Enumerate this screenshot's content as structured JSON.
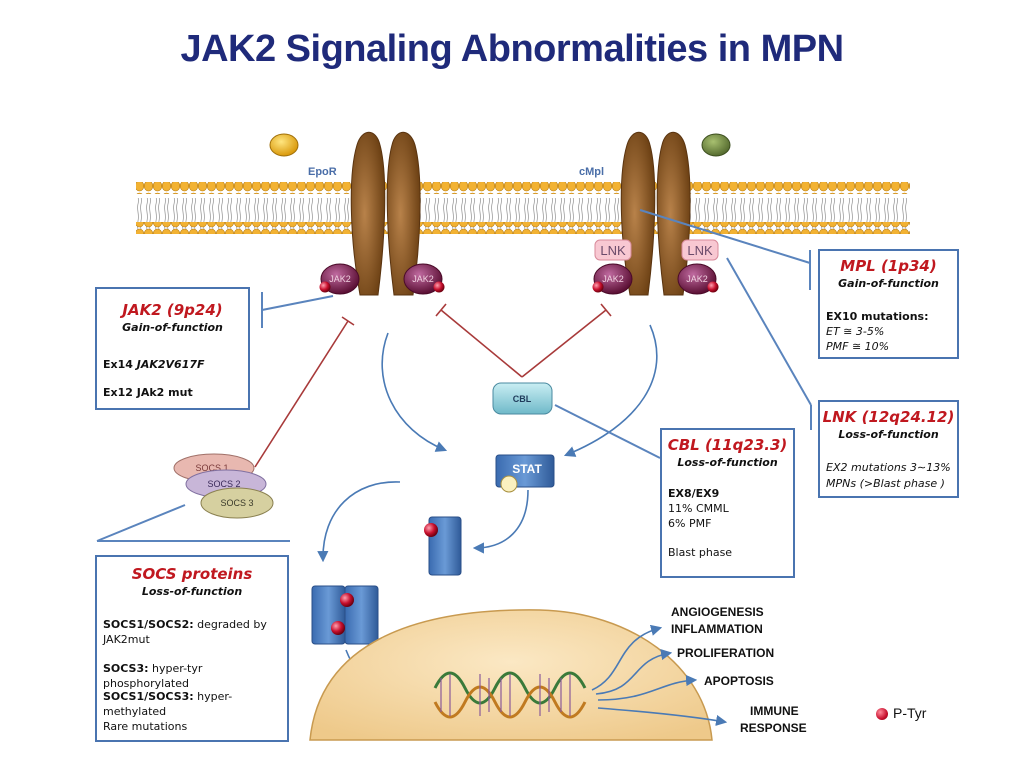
{
  "title": "JAK2 Signaling Abnormalities in MPN",
  "membrane_labels": {
    "epor": "EpoR",
    "cmpl": "cMpl"
  },
  "molecules": {
    "jak2": "JAK2",
    "lnk": "LNK",
    "cbl": "CBL",
    "stat": "STAT",
    "socs1": "SOCS 1",
    "socs2": "SOCS 2",
    "socs3": "SOCS 3"
  },
  "boxes": {
    "jak2": {
      "heading": "JAK2 (9p24)",
      "subheading": "Gain-of-function",
      "line1_prefix": "Ex14 ",
      "line1_em": "JAK2V617F",
      "line2": "Ex12 JAk2 mut"
    },
    "socs": {
      "heading": "SOCS  proteins",
      "subheading": "Loss-of-function",
      "l1_bold": "SOCS1/SOCS2:",
      "l1_rest": " degraded by JAK2mut",
      "l2_bold": "SOCS3:",
      "l2_rest": " hyper-tyr phosphorylated",
      "l3_bold": "SOCS1/SOCS3:",
      "l3_rest": " hyper-methylated",
      "l4": "Rare mutations"
    },
    "mpl": {
      "heading": "MPL  (1p34)",
      "subheading": "Gain-of-function",
      "l1": "EX10 mutations:",
      "l2": "ET ≅ 3-5%",
      "l3": "PMF ≅ 10%"
    },
    "lnk": {
      "heading": "LNK  (12q24.12)",
      "subheading": "Loss-of-function",
      "l1": "EX2 mutations 3∼13%",
      "l2": "MPNs (>Blast phase )"
    },
    "cbl": {
      "heading": "CBL  (11q23.3)",
      "subheading": "Loss-of-function",
      "l1": "EX8/EX9",
      "l2": "11%  CMML",
      "l3": "6% PMF",
      "l4": "Blast phase"
    }
  },
  "outcomes": {
    "angio": "ANGIOGENESIS",
    "inflam": "INFLAMMATION",
    "prolif": "PROLIFERATION",
    "apop": "APOPTOSIS",
    "immune1": "IMMUNE",
    "immune2": "RESPONSE"
  },
  "legend": {
    "ptyr": "P-Tyr"
  },
  "colors": {
    "title": "#1f2a7a",
    "box_border": "#4a74b0",
    "heading_red": "#c0181f",
    "receptor": "#8b5a2b",
    "jak": "#7a1e4a",
    "membrane": "#f2b233",
    "inhibit": "#a83a3a",
    "arrow": "#4a7ab5",
    "nucleus": "#f6dcaa"
  }
}
